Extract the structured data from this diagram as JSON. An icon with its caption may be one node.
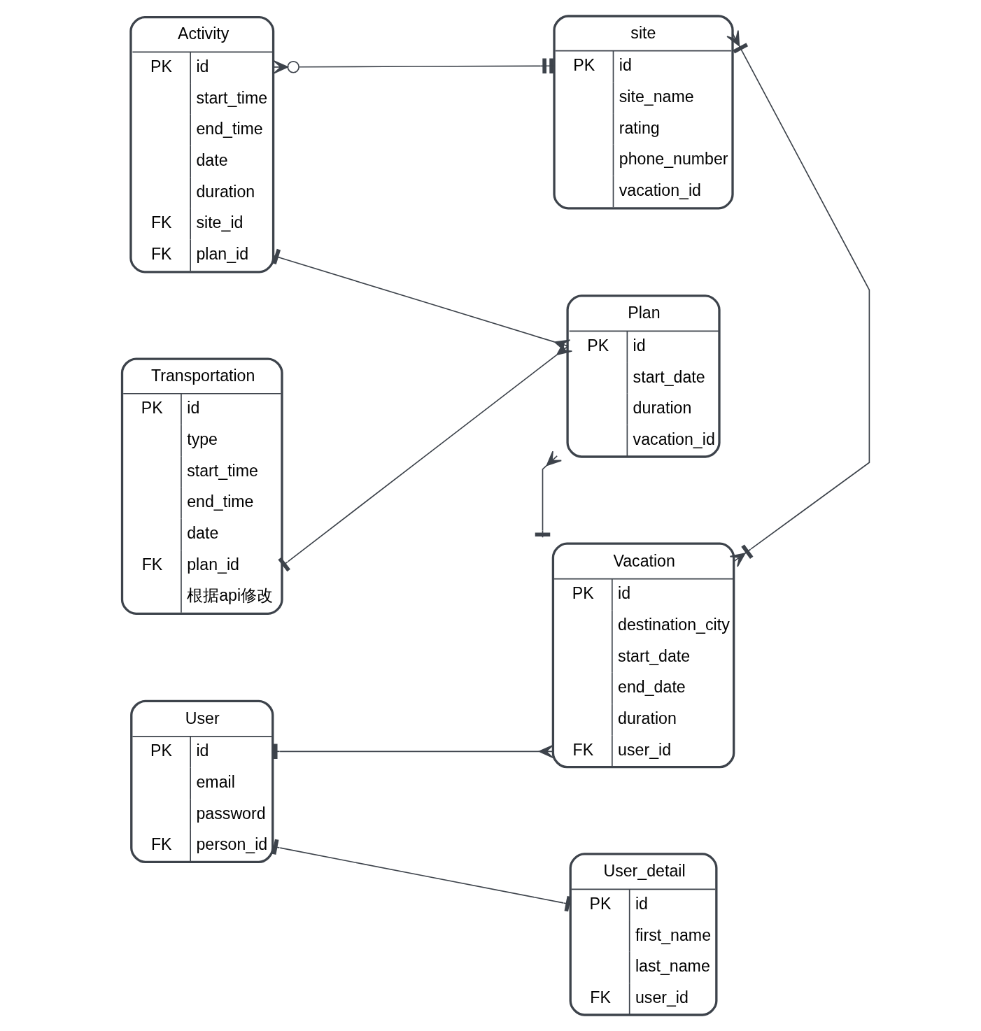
{
  "diagram": {
    "nodes": [
      {
        "text": [
          "Activity",
          "PK",
          "id",
          "start_time",
          "end_time",
          "date",
          "duration",
          "FK",
          "site_id",
          "FK",
          "plan_id"
        ]
      },
      {
        "text": [
          "Transportation",
          "PK",
          "id",
          "type",
          "start_time",
          "end_time",
          "date",
          "FK",
          "plan_id",
          "根据api修改"
        ]
      },
      {
        "text": [
          "User",
          "PK",
          "id",
          "email",
          "password",
          "FK",
          "person_id"
        ]
      },
      {
        "text": [
          "site",
          "PK",
          "id",
          "site_name",
          "rating",
          "phone_number",
          "vacation_id"
        ]
      },
      {
        "text": [
          "Plan",
          "PK",
          "id",
          "start_date",
          "duration",
          "vacation_id"
        ]
      },
      {
        "text": [
          "Vacation",
          "PK",
          "id",
          "destination_city",
          "start_date",
          "end_date",
          "duration",
          "FK",
          "user_id"
        ]
      },
      {
        "text": [
          "User_detail",
          "PK",
          "id",
          "first_name",
          "last_name",
          "FK",
          "user_id"
        ]
      }
    ],
    "edges": [
      {
        "from": 0,
        "to": 3,
        "arrow": "other"
      },
      {
        "from": 0,
        "to": 4,
        "arrow": "other"
      },
      {
        "from": 1,
        "to": 4,
        "arrow": "other"
      },
      {
        "from": 3,
        "to": 5,
        "arrow": "other"
      },
      {
        "from": 4,
        "to": 5,
        "arrow": "other"
      },
      {
        "from": 2,
        "to": 5,
        "arrow": "other"
      },
      {
        "from": 2,
        "to": 6,
        "arrow": "other"
      }
    ]
  }
}
